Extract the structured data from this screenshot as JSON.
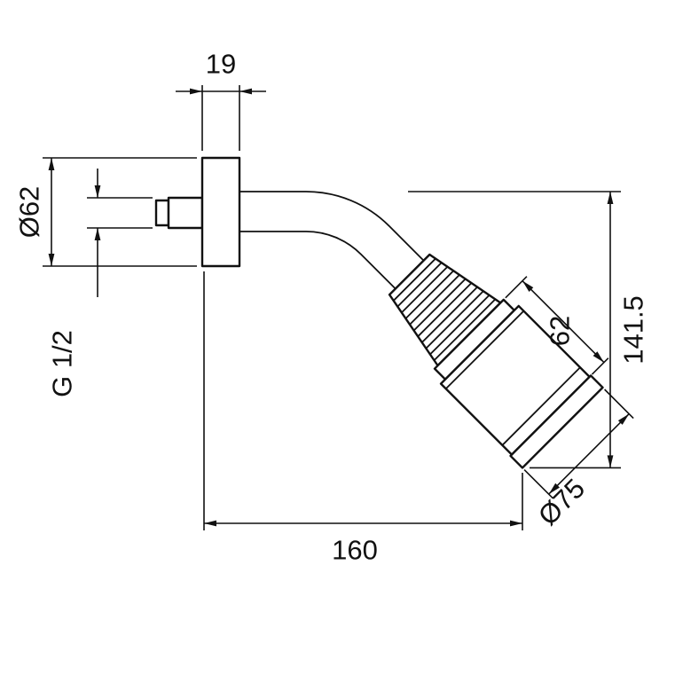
{
  "diagram": {
    "type": "technical-drawing",
    "subject": "wall-mounted shower head with angled arm",
    "colors": {
      "line": "#111111",
      "background": "#ffffff"
    },
    "labels": {
      "plate_width": "19",
      "plate_diameter": "Ø62",
      "thread_size": "G 1/2",
      "overall_height": "141.5",
      "head_length": "62",
      "horizontal_reach": "160",
      "head_face_diameter": "Ø75"
    }
  }
}
